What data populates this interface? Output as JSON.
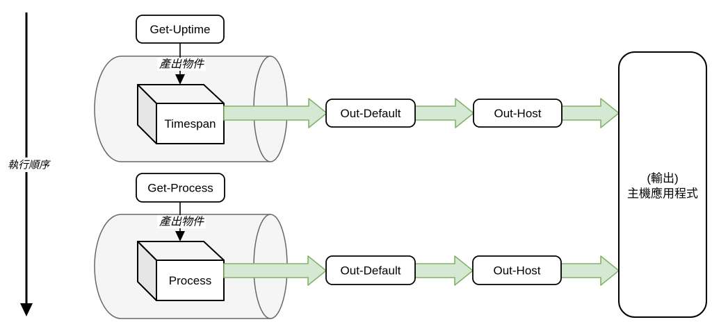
{
  "diagram": {
    "execution_order_label": "執行順序",
    "rows": [
      {
        "command": "Get-Uptime",
        "emit_label": "產出物件",
        "object_type": "Timespan",
        "stages": [
          "Out-Default",
          "Out-Host"
        ]
      },
      {
        "command": "Get-Process",
        "emit_label": "產出物件",
        "object_type": "Process",
        "stages": [
          "Out-Default",
          "Out-Host"
        ]
      }
    ],
    "output": {
      "line1": "(輸出)",
      "line2": "主機應用程式"
    },
    "colors": {
      "arrow_fill": "#d5e8d4",
      "arrow_stroke": "#82b366",
      "cylinder_fill": "#f5f5f5",
      "cylinder_stroke": "#666666",
      "node_stroke": "#000000"
    }
  }
}
